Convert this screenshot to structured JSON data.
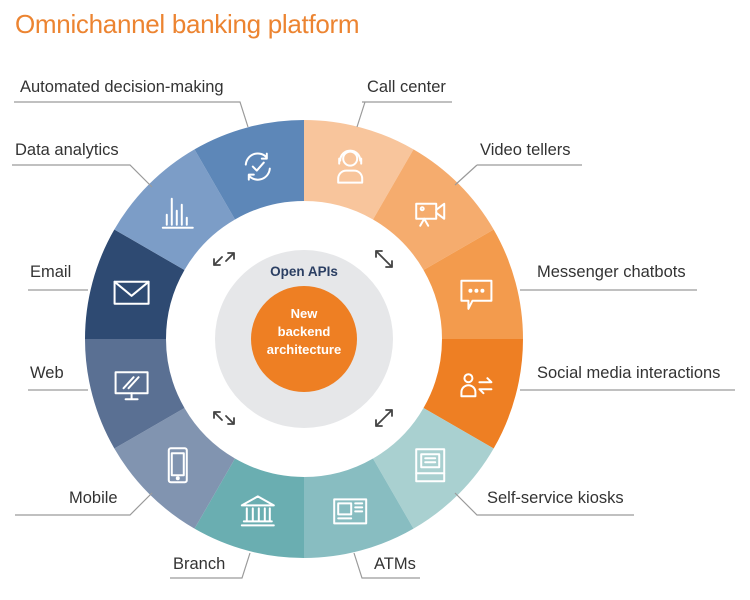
{
  "title": "Omnichannel banking platform",
  "center": {
    "ring_label": "Open APIs",
    "core_line1": "New",
    "core_line2": "backend",
    "core_line3": "architecture",
    "core_color": "#ee7f23",
    "ring_color": "#e6e7e9"
  },
  "segments": [
    {
      "label": "Call center",
      "icon": "headset-agent-icon",
      "color": "#f8c59c"
    },
    {
      "label": "Video tellers",
      "icon": "video-camera-icon",
      "color": "#f5ac6e"
    },
    {
      "label": "Messenger chatbots",
      "icon": "chat-bubble-icon",
      "color": "#f39b4d"
    },
    {
      "label": "Social media interactions",
      "icon": "person-exchange-icon",
      "color": "#ee7f23"
    },
    {
      "label": "Self-service kiosks",
      "icon": "kiosk-icon",
      "color": "#a9d0d0"
    },
    {
      "label": "ATMs",
      "icon": "atm-icon",
      "color": "#88bdc1"
    },
    {
      "label": "Branch",
      "icon": "bank-building-icon",
      "color": "#6aaeb1"
    },
    {
      "label": "Mobile",
      "icon": "mobile-phone-icon",
      "color": "#8194b0"
    },
    {
      "label": "Web",
      "icon": "monitor-icon",
      "color": "#5a7093"
    },
    {
      "label": "Email",
      "icon": "envelope-icon",
      "color": "#2e4a72"
    },
    {
      "label": "Data analytics",
      "icon": "bar-chart-icon",
      "color": "#7c9dc7"
    },
    {
      "label": "Automated decision-making",
      "icon": "refresh-check-icon",
      "color": "#5d87b8"
    }
  ]
}
